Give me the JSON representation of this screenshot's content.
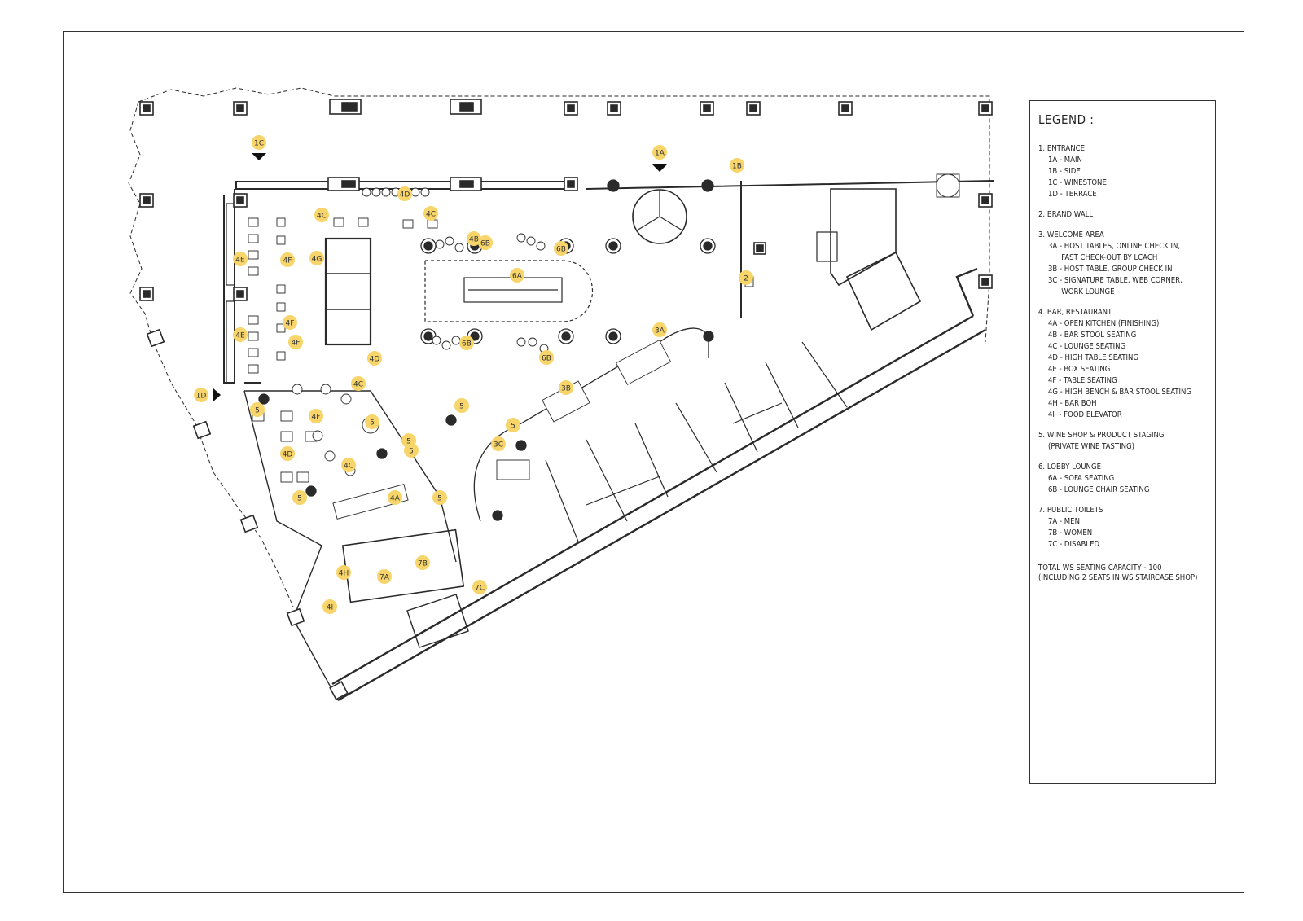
{
  "legend": {
    "title": "LEGEND :",
    "sections": [
      {
        "heading": "1. ENTRANCE",
        "items": [
          "1A - MAIN",
          "1B - SIDE",
          "1C - WINESTONE",
          "1D - TERRACE"
        ]
      },
      {
        "heading": "2. BRAND WALL",
        "items": []
      },
      {
        "heading": "3. WELCOME AREA",
        "items": [
          "3A - HOST TABLES, ONLINE CHECK IN,\n      FAST CHECK-OUT BY LCACH",
          "3B - HOST TABLE, GROUP CHECK IN",
          "3C - SIGNATURE TABLE, WEB CORNER,\n      WORK LOUNGE"
        ]
      },
      {
        "heading": "4. BAR, RESTAURANT",
        "items": [
          "4A - OPEN KITCHEN (FINISHING)",
          "4B - BAR STOOL SEATING",
          "4C - LOUNGE SEATING",
          "4D - HIGH TABLE SEATING",
          "4E - BOX SEATING",
          "4F - TABLE SEATING",
          "4G - HIGH BENCH & BAR STOOL SEATING",
          "4H - BAR BOH",
          "4I  - FOOD ELEVATOR"
        ]
      },
      {
        "heading": "5. WINE SHOP &  PRODUCT STAGING",
        "items": [
          "(PRIVATE WINE TASTING)"
        ]
      },
      {
        "heading": "6. LOBBY LOUNGE",
        "items": [
          "6A - SOFA SEATING",
          "6B - LOUNGE CHAIR SEATING"
        ]
      },
      {
        "heading": "7. PUBLIC TOILETS",
        "items": [
          "7A - MEN",
          "7B - WOMEN",
          "7C - DISABLED"
        ]
      }
    ],
    "total": "TOTAL WS SEATING CAPACITY - 100\n(INCLUDING 2 SEATS IN WS STAIRCASE SHOP)"
  },
  "tags": [
    "1A",
    "1B",
    "1C",
    "1D",
    "2",
    "3A",
    "3B",
    "3C",
    "4A",
    "4B",
    "4C",
    "4C",
    "4C",
    "4C",
    "4D",
    "4D",
    "4D",
    "4E",
    "4E",
    "4F",
    "4F",
    "4F",
    "4F",
    "4G",
    "4H",
    "4I",
    "5",
    "5",
    "5",
    "5",
    "5",
    "5",
    "5",
    "5",
    "6A",
    "6B",
    "6B",
    "6B",
    "6B",
    "7A",
    "7B",
    "7C"
  ],
  "colors": {
    "tag_fill": "#f7d56a",
    "line": "#2a2a2a",
    "paper": "#ffffff"
  }
}
